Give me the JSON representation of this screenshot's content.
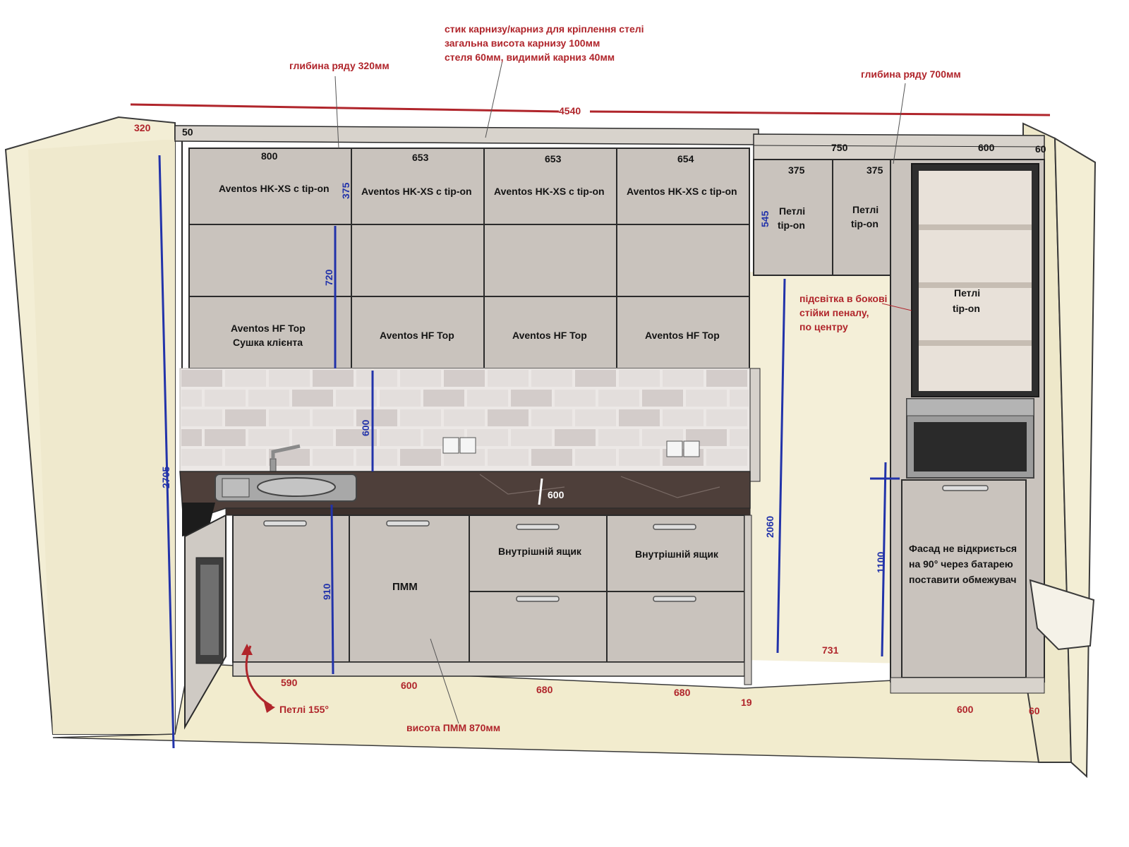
{
  "notes": {
    "cornice_note": [
      "стик карнизу/карниз для кріплення стелі",
      "загальна висота карнизу 100мм",
      "стеля 60мм, видимий карниз 40мм"
    ],
    "depth_left": "глибина ряду 320мм",
    "depth_right": "глибина ряду 700мм",
    "lighting_note": [
      "підсвітка в бокові",
      "стійки пеналу,",
      "по центру"
    ],
    "hinges_155": "Петлі 155°",
    "dishwasher_height": "висота ПММ 870мм",
    "limiter_note": [
      "Фасад не відкриється",
      "на 90° через батарею",
      "поставити обмежувач"
    ]
  },
  "dimensions": {
    "total_width": "4540",
    "left_depth": "320",
    "cornice_offset": "50",
    "upper_row_widths": [
      "800",
      "653",
      "653",
      "654"
    ],
    "right_upper_width": "750",
    "right_upper_doors": [
      "375",
      "375"
    ],
    "tall_width": "600",
    "side_panel": "60",
    "top_module_height": "375",
    "upper_height": "720",
    "right_upper_height": "545",
    "backsplash_height": "600",
    "counter_depth": "600",
    "base_height": "910",
    "overall_height": "2705",
    "gap_height": "2060",
    "battery_height": "1100",
    "base_widths": [
      "590",
      "600",
      "680",
      "680",
      "19"
    ],
    "gap_width": "731",
    "tall_bottom_width": "600",
    "tall_bottom_side": "60"
  },
  "labels": {
    "aventos_hkxs": "Aventos HK-XS с tip-on",
    "aventos_hf_client": [
      "Aventos HF Top",
      "Сушка клієнта"
    ],
    "aventos_hf": "Aventos HF Top",
    "hinges_tipon": [
      "Петлі",
      "tip-on"
    ],
    "dishwasher": "ПММ",
    "inner_drawer": "Внутрішній ящик"
  },
  "colors": {
    "wall": "#f1ecd2",
    "cabinet": "#c9c3bd",
    "cabinet_stroke": "#2b2b2b",
    "countertop": "#4e3f3a",
    "annotation_red": "#b0252b",
    "dimension_blue": "#2233aa"
  }
}
